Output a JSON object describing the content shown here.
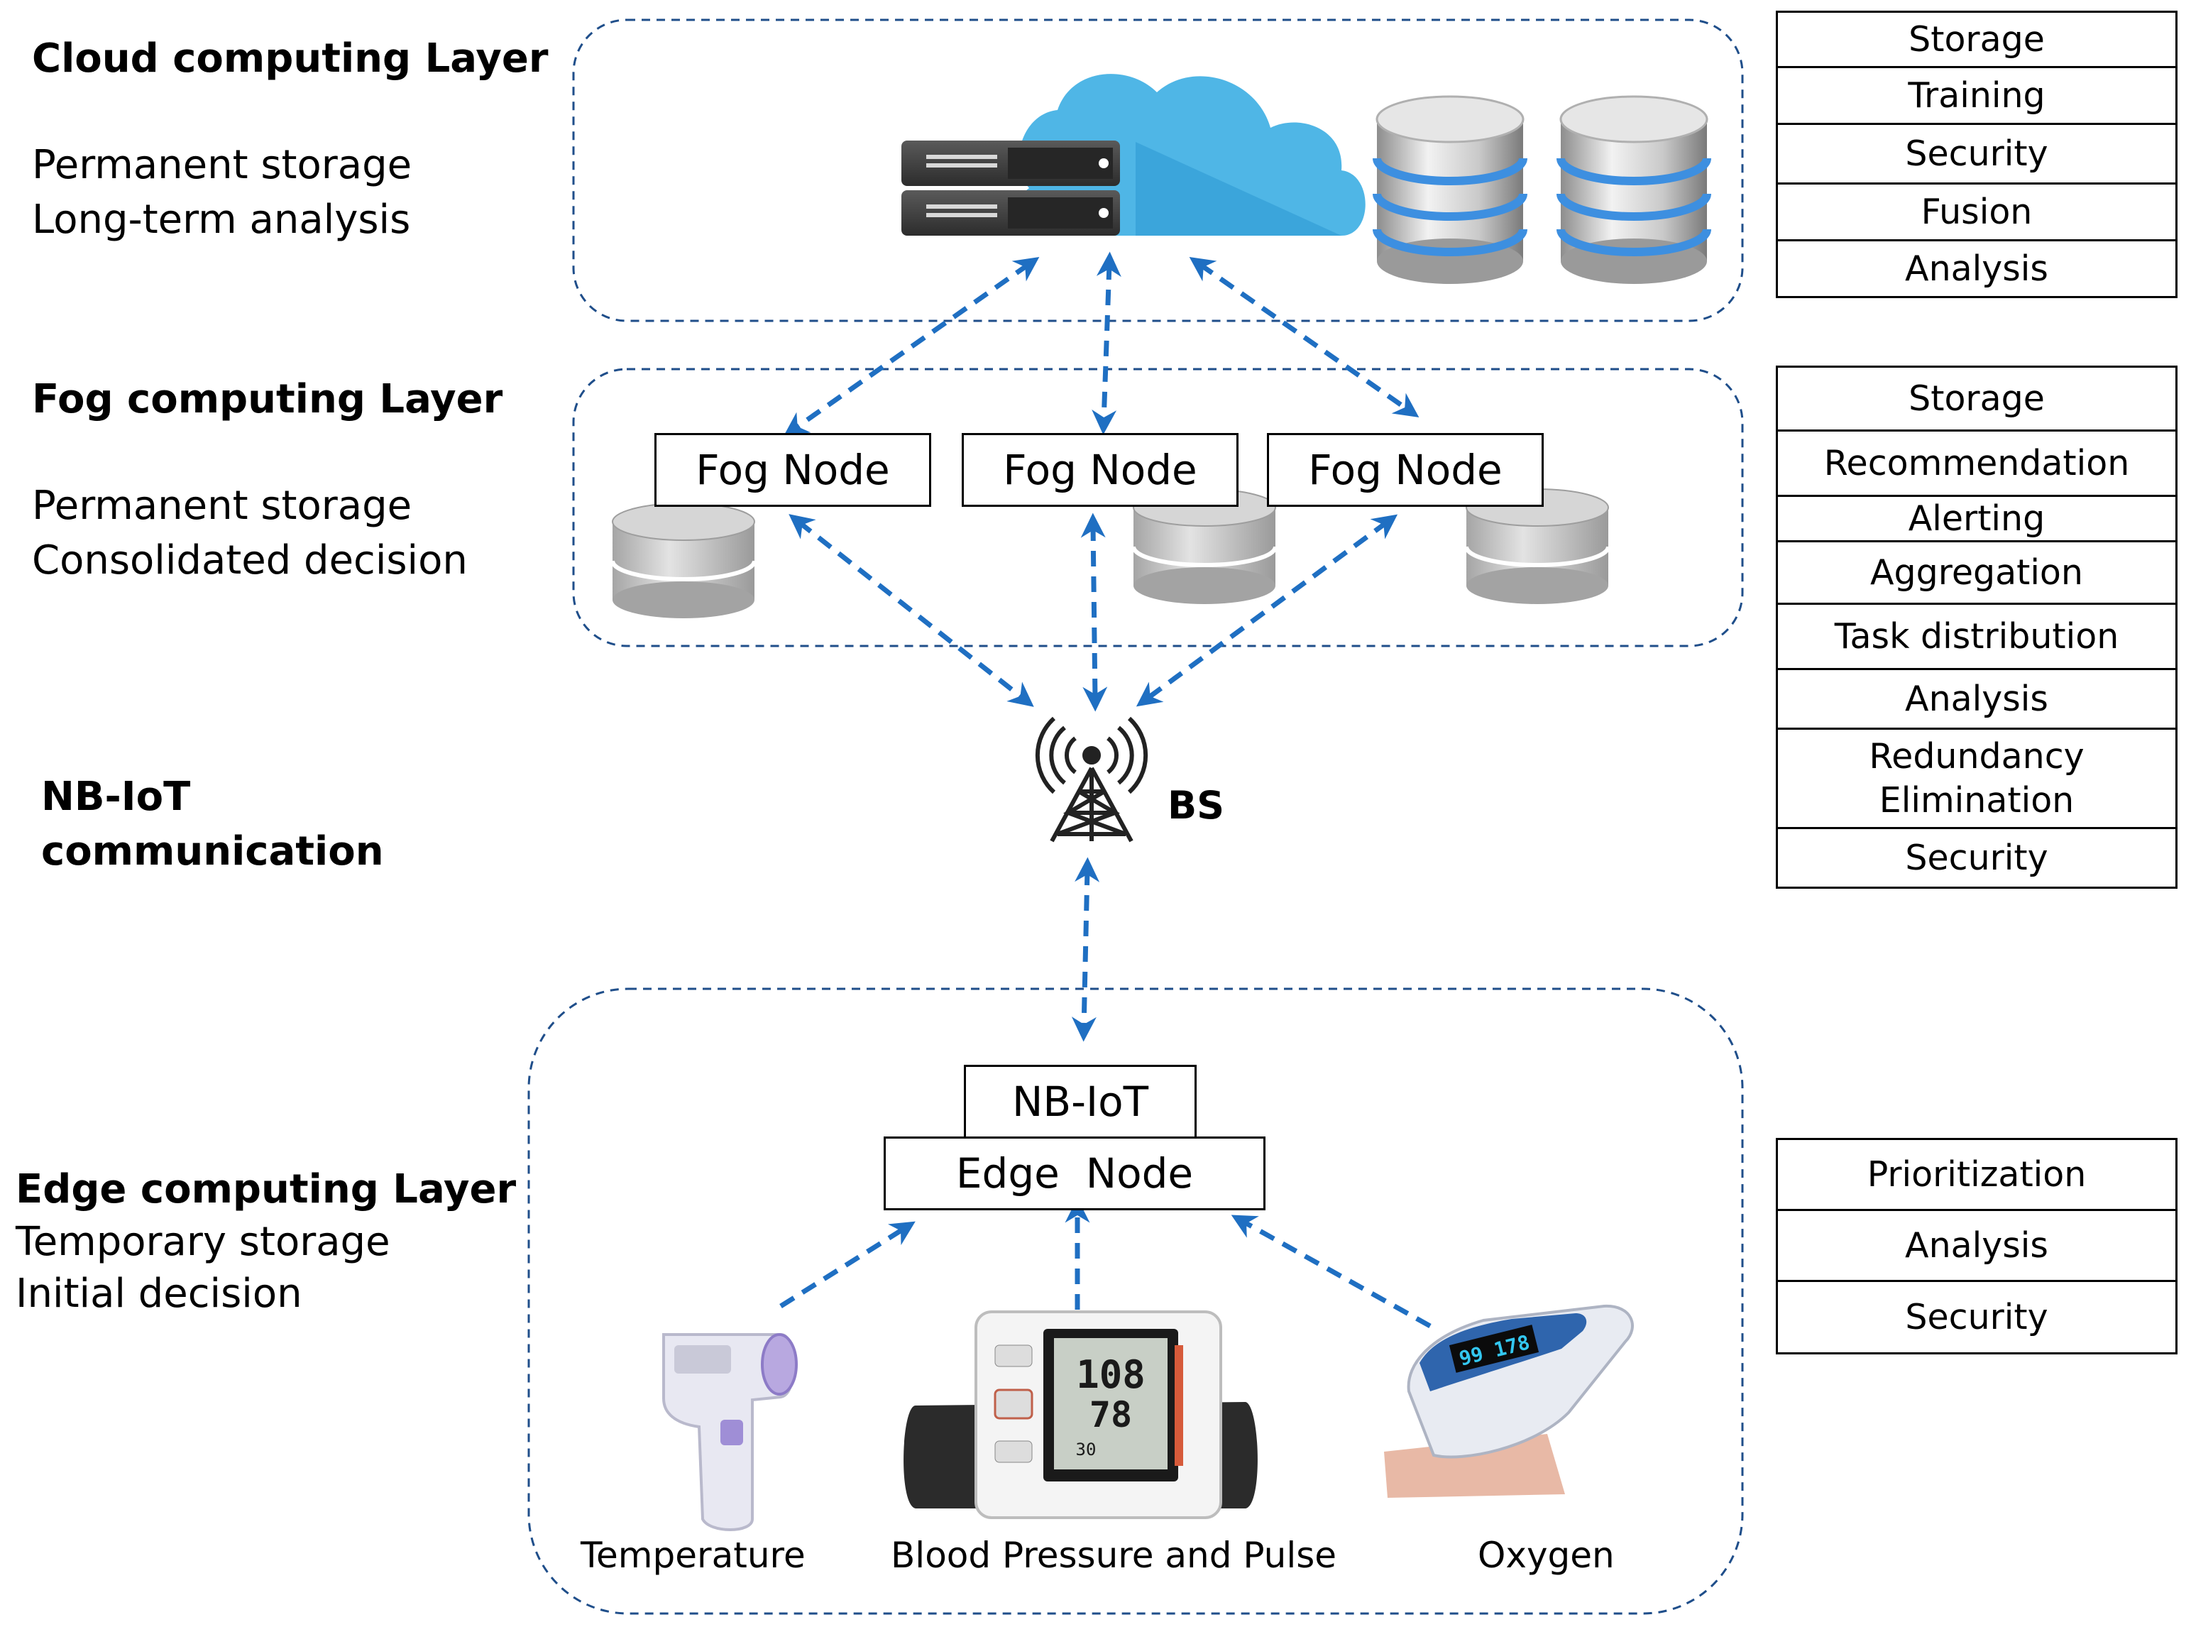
{
  "layers": {
    "cloud": {
      "title": "Cloud computing Layer",
      "line1": "Permanent storage",
      "line2": "Long-term analysis"
    },
    "fog": {
      "title": "Fog computing Layer",
      "line1": "Permanent storage",
      "line2": "Consolidated decision"
    },
    "nbiot": {
      "line1": "NB-IoT",
      "line2": "communication"
    },
    "edge": {
      "title": "Edge computing Layer",
      "line1": "Temporary storage",
      "line2": "Initial decision"
    }
  },
  "cloud_functions": [
    "Storage",
    "Training",
    "Security",
    "Fusion",
    "Analysis"
  ],
  "fog_functions": [
    "Storage",
    "Recommendation",
    "Alerting",
    "Aggregation",
    "Task distribution",
    "Analysis",
    "Redundancy\nElimination",
    "Security"
  ],
  "edge_functions": [
    "Prioritization",
    "Analysis",
    "Security"
  ],
  "fog_nodes": [
    "Fog Node",
    "Fog Node",
    "Fog Node"
  ],
  "base_station": "BS",
  "edge_node": {
    "top": "NB-IoT",
    "bottom": "Edge  Node"
  },
  "devices": [
    "Temperature",
    "Blood Pressure and Pulse",
    "Oxygen"
  ],
  "monitor_display": {
    "sys": "108",
    "dia": "78",
    "pulse": "30"
  },
  "oximeter_display": "99 178",
  "icons": {
    "cloud": "cloud-icon",
    "server": "server-rack-icon",
    "database": "database-icon",
    "tower": "cell-tower-icon",
    "thermometer": "infrared-thermometer-icon",
    "bp_monitor": "blood-pressure-monitor-icon",
    "oximeter": "pulse-oximeter-icon"
  },
  "colors": {
    "arrow": "#1f6fc2",
    "cloud": "#4fb6e6",
    "db_stripe": "#3d8fe0"
  }
}
